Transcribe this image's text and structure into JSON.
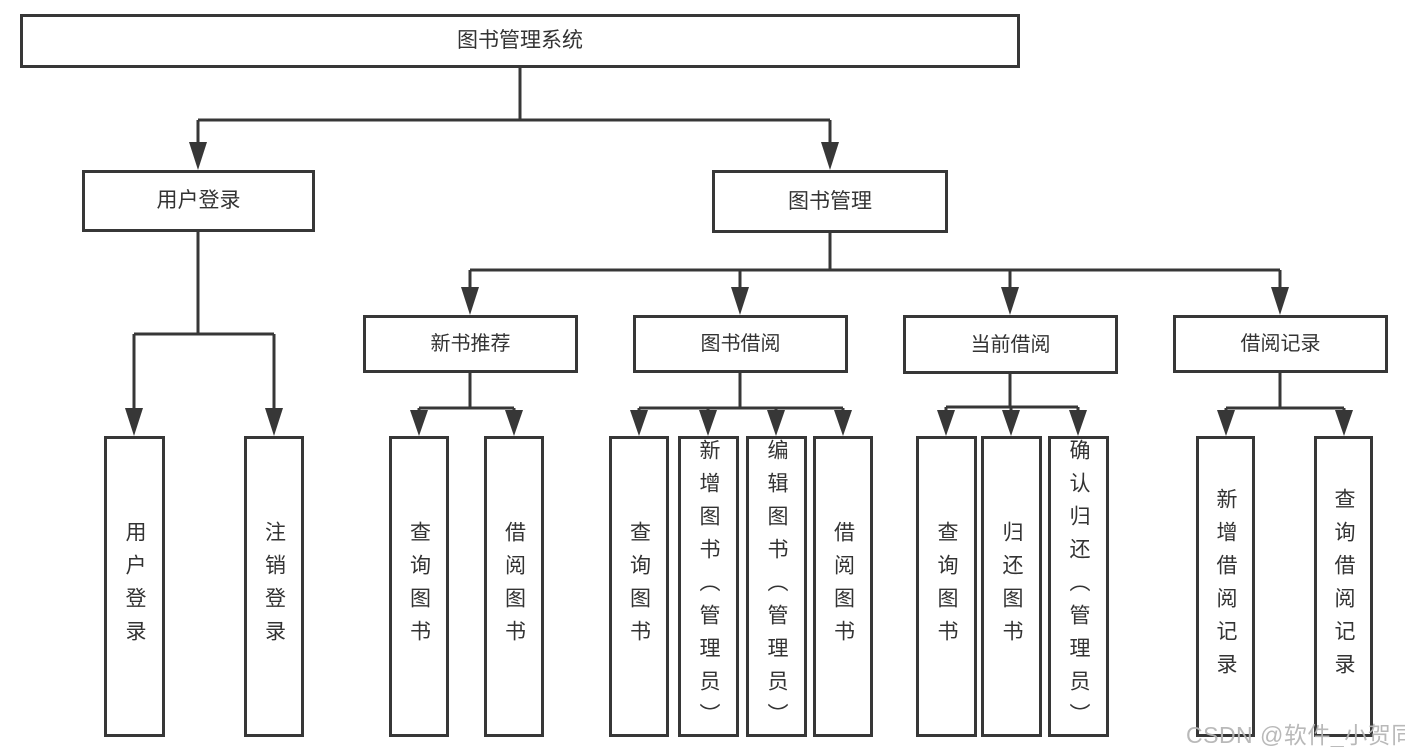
{
  "nodes": {
    "root": "图书管理系统",
    "login": "用户登录",
    "mgmt": "图书管理",
    "recommend": "新书推荐",
    "borrow": "图书借阅",
    "current": "当前借阅",
    "records": "借阅记录",
    "login_children": [
      "用户登录",
      "注销登录"
    ],
    "recommend_children": [
      "查询图书",
      "借阅图书"
    ],
    "borrow_children": [
      "查询图书",
      "新增图书（管理员）",
      "编辑图书（管理员）",
      "借阅图书"
    ],
    "current_children": [
      "查询图书",
      "归还图书",
      "确认归还（管理员）"
    ],
    "records_children": [
      "新增借阅记录",
      "查询借阅记录"
    ]
  },
  "watermark": {
    "text": "CSDN @软件_小贺同学"
  },
  "colors": {
    "line": "#373737",
    "text": "#333333",
    "watermark": "#b6b6b6",
    "background": "#ffffff"
  }
}
